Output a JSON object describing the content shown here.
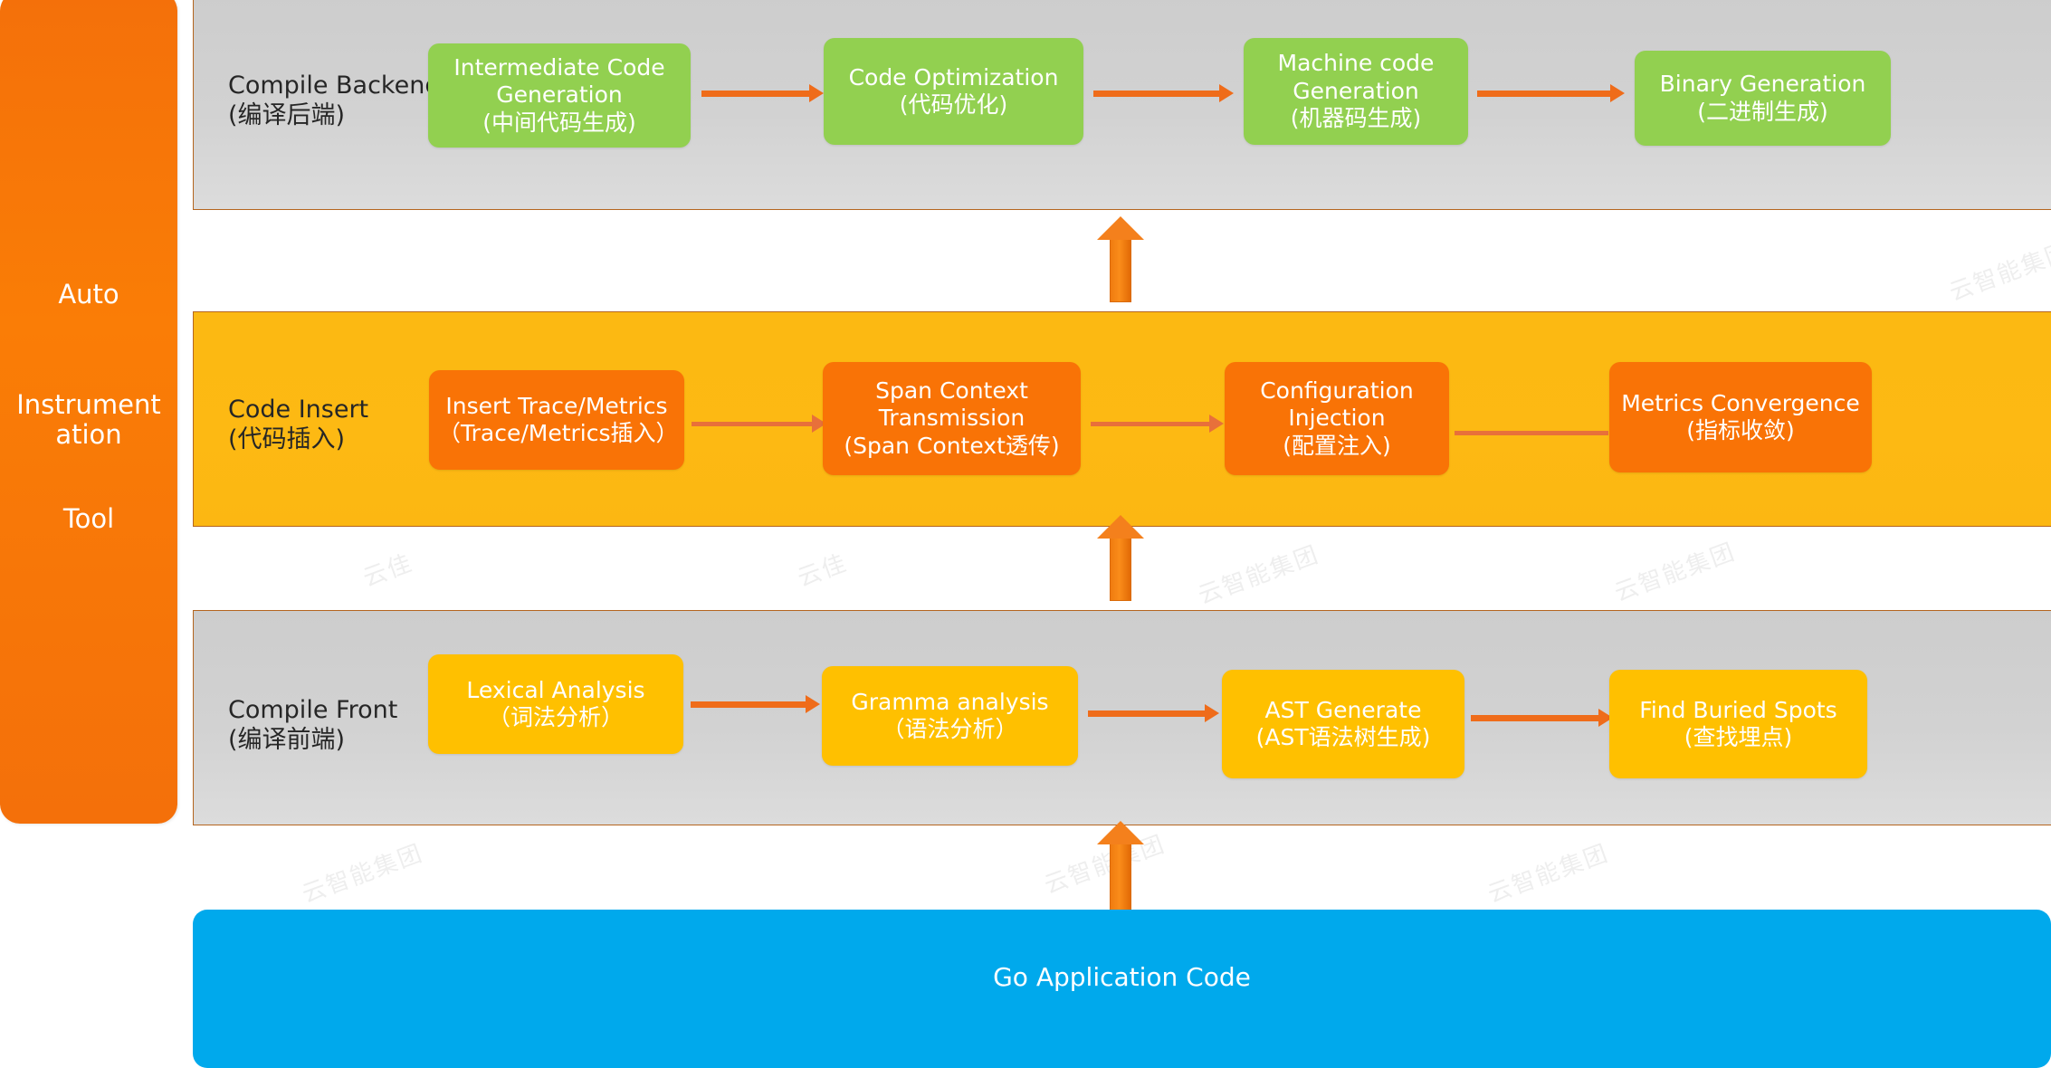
{
  "sidebar": {
    "lines": [
      "Auto",
      "Instrumentation",
      "Tool"
    ],
    "color": "#f4700a"
  },
  "bands": [
    {
      "id": "backend",
      "title": "Compile Backend\n(编译后端)",
      "band_color": "#d2d2d2",
      "node_color": "#92d050",
      "nodes": [
        {
          "label": "Intermediate Code\nGeneration\n(中间代码生成)"
        },
        {
          "label": "Code Optimization\n(代码优化)"
        },
        {
          "label": "Machine code\nGeneration\n(机器码生成)"
        },
        {
          "label": "Binary Generation\n(二进制生成)"
        }
      ]
    },
    {
      "id": "insert",
      "title": "Code Insert\n(代码插入)",
      "band_color": "#fdb913",
      "node_color": "#f97306",
      "nodes": [
        {
          "label": "Insert Trace/Metrics\n（Trace/Metrics插入）"
        },
        {
          "label": "Span Context\nTransmission\n(Span Context透传)"
        },
        {
          "label": "Configuration\nInjection\n(配置注入)"
        },
        {
          "label": "Metrics Convergence\n(指标收敛)"
        }
      ]
    },
    {
      "id": "front",
      "title": "Compile Front\n(编译前端)",
      "band_color": "#d8d8d8",
      "node_color": "#ffc000",
      "nodes": [
        {
          "label": "Lexical Analysis\n（词法分析）"
        },
        {
          "label": "Gramma analysis\n（语法分析）"
        },
        {
          "label": "AST Generate\n(AST语法树生成)"
        },
        {
          "label": "Find Buried Spots\n(查找埋点)"
        }
      ]
    }
  ],
  "bottom_bar": {
    "label": "Go Application Code",
    "color": "#00a9ec"
  },
  "arrow_color": "#ef6c1a",
  "watermarks": [
    "云智能集团",
    "云佳",
    "云智能集团",
    "云佳",
    "云智能集团",
    "云佳",
    "云智能集团",
    "云佳",
    "云智能集团",
    "云佳",
    "云智能集团",
    "云佳"
  ]
}
